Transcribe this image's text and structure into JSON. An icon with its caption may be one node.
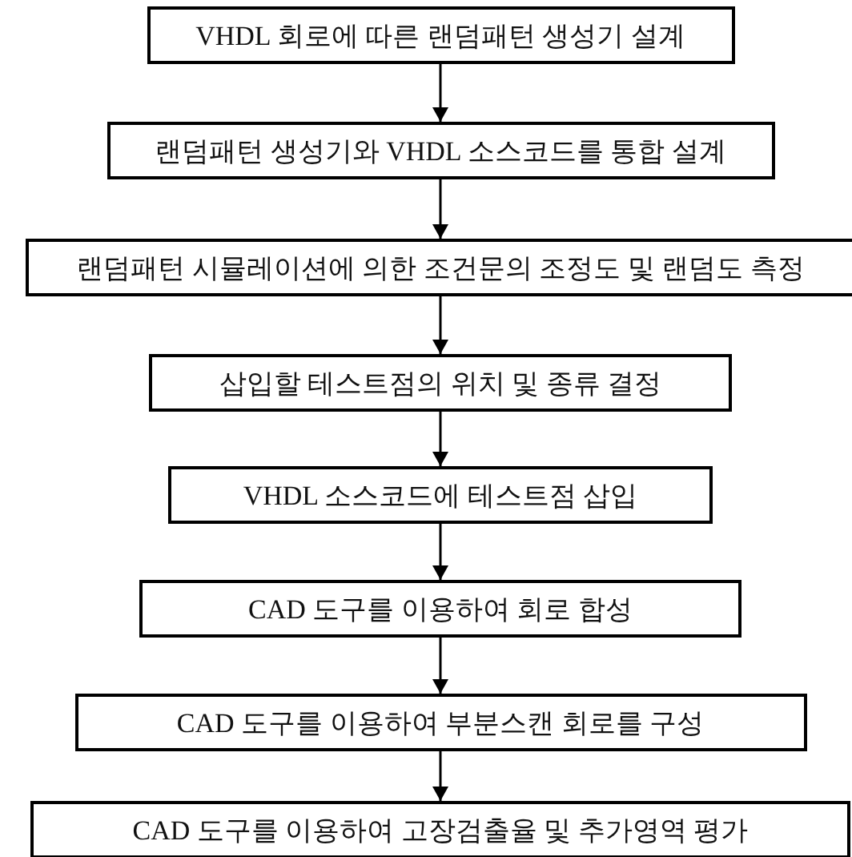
{
  "diagram": {
    "nodes": [
      {
        "text": [
          "VHDL 회로에 따른 랜덤패턴 생성기 설계"
        ]
      },
      {
        "text": [
          "랜덤패턴 생성기와 VHDL 소스코드를 통합 설계"
        ]
      },
      {
        "text": [
          "랜덤패턴 시뮬레이션에 의한 조건문의 조정도 및 랜덤도 측정"
        ]
      },
      {
        "text": [
          "삽입할 테스트점의 위치 및 종류 결정"
        ]
      },
      {
        "text": [
          "VHDL 소스코드에 테스트점 삽입"
        ]
      },
      {
        "text": [
          "CAD 도구를 이용하여 회로 합성"
        ]
      },
      {
        "text": [
          "CAD 도구를 이용하여 부분스캔 회로를 구성"
        ]
      },
      {
        "text": [
          "CAD 도구를 이용하여 고장검출율 및 추가영역 평가"
        ]
      }
    ],
    "edges": [
      {
        "from": 0,
        "to": 1,
        "arrow": "to"
      },
      {
        "from": 1,
        "to": 2,
        "arrow": "to"
      },
      {
        "from": 2,
        "to": 3,
        "arrow": "to"
      },
      {
        "from": 3,
        "to": 4,
        "arrow": "to"
      },
      {
        "from": 4,
        "to": 5,
        "arrow": "to"
      },
      {
        "from": 5,
        "to": 6,
        "arrow": "to"
      },
      {
        "from": 6,
        "to": 7,
        "arrow": "to"
      }
    ]
  }
}
